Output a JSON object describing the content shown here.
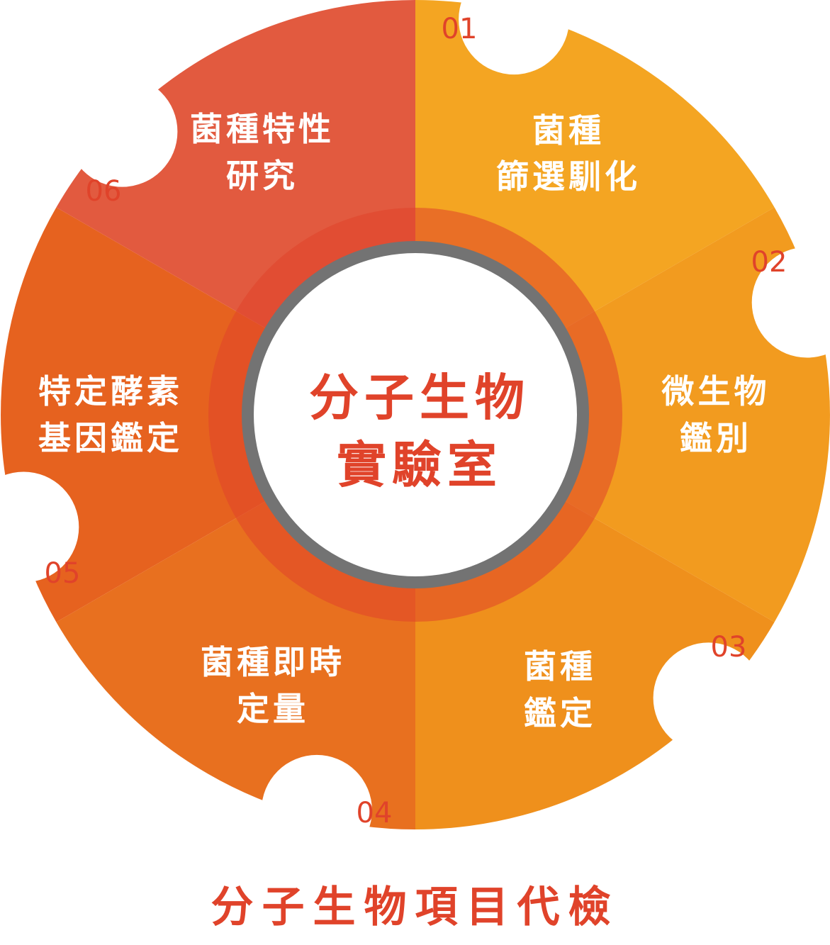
{
  "center": {
    "line1": "分子生物",
    "line2": "實驗室"
  },
  "segments": [
    {
      "number": "01",
      "line1": "菌種",
      "line2": "篩選馴化"
    },
    {
      "number": "02",
      "line1": "微生物",
      "line2": "鑑別"
    },
    {
      "number": "03",
      "line1": "菌種",
      "line2": "鑑定"
    },
    {
      "number": "04",
      "line1": "菌種即時",
      "line2": "定量"
    },
    {
      "number": "05",
      "line1": "特定酵素",
      "line2": "基因鑑定"
    },
    {
      "number": "06",
      "line1": "菌種特性",
      "line2": "研究"
    }
  ],
  "footer": {
    "title": "分子生物項目代檢"
  },
  "colors": {
    "seg01": "#f4a522",
    "seg02": "#f29b1f",
    "seg03": "#ef901c",
    "seg04": "#e8701f",
    "seg05": "#e6621f",
    "seg06": "#e25a3f",
    "accent": "#e0432a",
    "ring": "#737373",
    "white": "#ffffff"
  }
}
